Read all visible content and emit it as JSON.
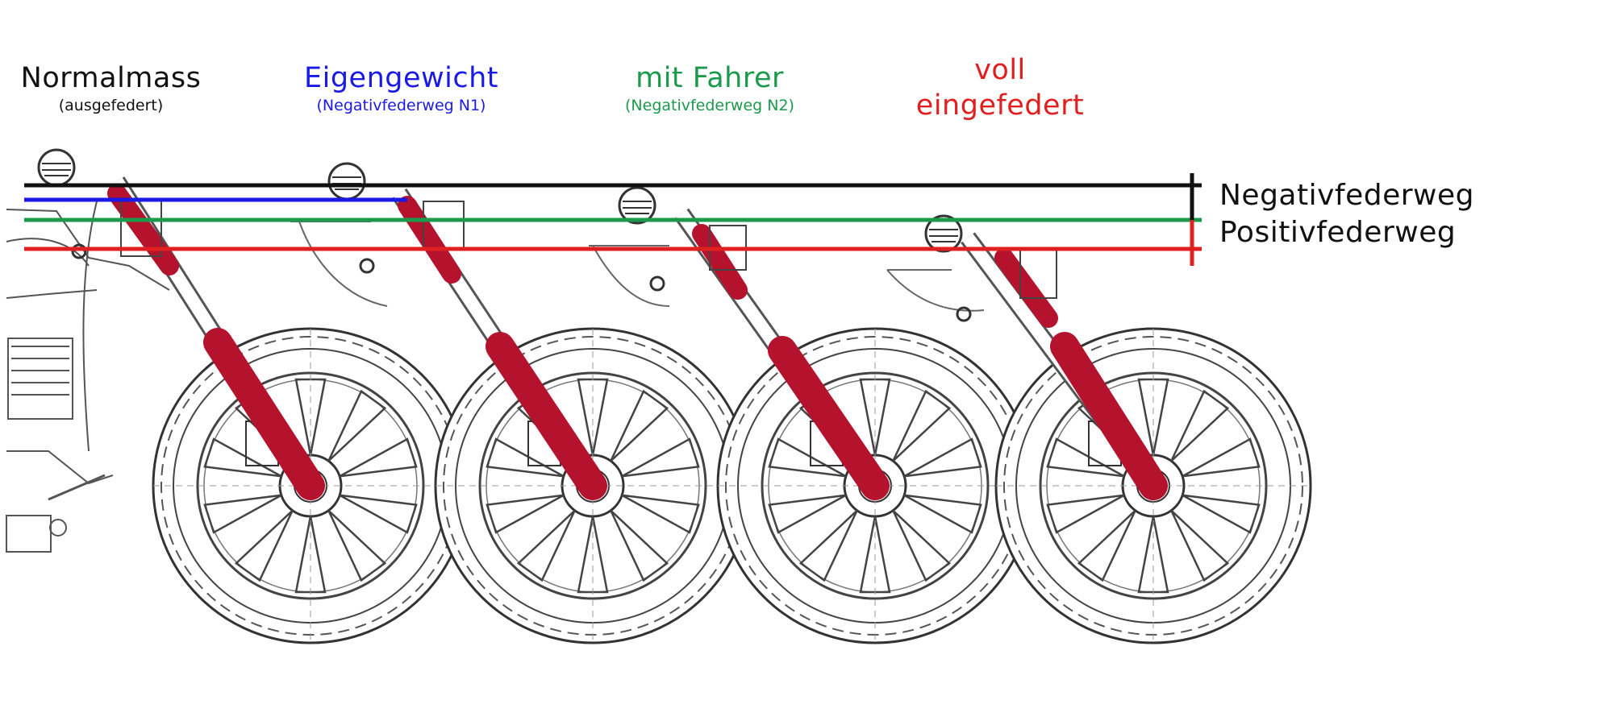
{
  "stages": [
    {
      "title": "Normalmass",
      "subtitle": "(ausgefedert)",
      "color": "#111111"
    },
    {
      "title": "Eigengewicht",
      "subtitle": "(Negativfederweg N1)",
      "color": "#1a1ae6"
    },
    {
      "title": "mit Fahrer",
      "subtitle": "(Negativfederweg N2)",
      "color": "#1a9a4a"
    },
    {
      "title": "voll eingefedert",
      "subtitle": "",
      "color": "#e02020"
    }
  ],
  "travel_labels": {
    "negative": "Negativfederweg",
    "positive": "Positivfederweg"
  },
  "colors": {
    "fork": "#b5122e",
    "black_line": "#111111",
    "blue_line": "#1a1ae6",
    "green_line": "#1a9a4a",
    "red_line": "#e02020",
    "sketch": "#444444"
  },
  "icons": {
    "wheel": "wheel-icon",
    "fork": "fork-icon",
    "headlight": "headlight-icon"
  }
}
